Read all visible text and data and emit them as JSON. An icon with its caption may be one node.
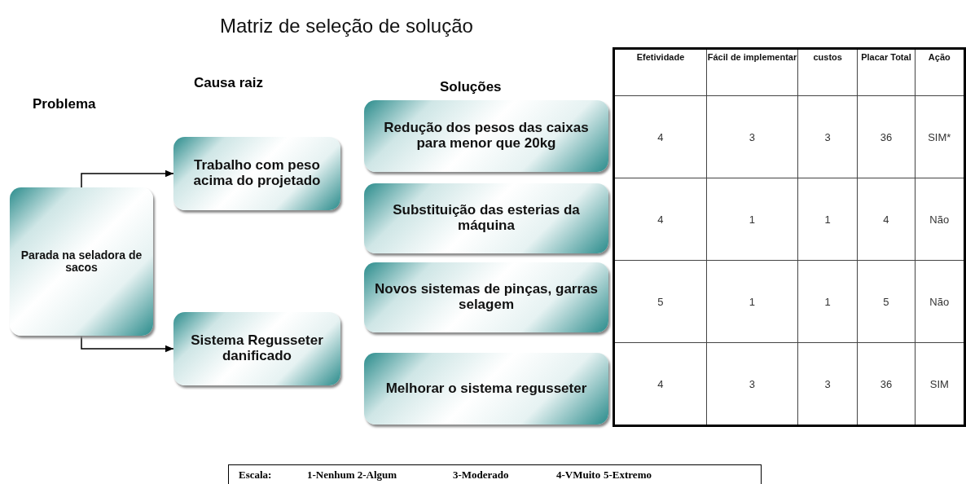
{
  "diagram": {
    "title": "Matriz de seleção de solução",
    "nodes": [
      {
        "text": [
          "Parada na seladora de sacos"
        ]
      },
      {
        "text": [
          "Trabalho com peso acima do projetado"
        ]
      },
      {
        "text": [
          "Sistema Regusseter danificado"
        ]
      },
      {
        "text": [
          "Redução dos pesos das caixas para menor que 20kg"
        ]
      },
      {
        "text": [
          "Substituição das esterias da máquina"
        ]
      },
      {
        "text": [
          "Novos sistemas de pinças, garras  selagem"
        ]
      },
      {
        "text": [
          "Melhorar o sistema regusseter"
        ]
      }
    ],
    "edges": [
      {
        "from": 0,
        "to": 1,
        "arrow": "to"
      },
      {
        "from": 0,
        "to": 2,
        "arrow": "to"
      }
    ],
    "labels": [
      "Problema",
      "Causa raiz",
      "Soluções",
      "Efetividade",
      "Fácil de implementar",
      "custos",
      "Placar Total",
      "Ação",
      "4",
      "3",
      "3",
      "36",
      "SIM*",
      "4",
      "1",
      "1",
      "4",
      "Não",
      "5",
      "1",
      "1",
      "5",
      "Não",
      "4",
      "3",
      "3",
      "36",
      "SIM",
      "Escala:",
      "1-Nenhum 2-Algum",
      "3-Moderado",
      "4-VMuito",
      "5-Extremo"
    ]
  }
}
